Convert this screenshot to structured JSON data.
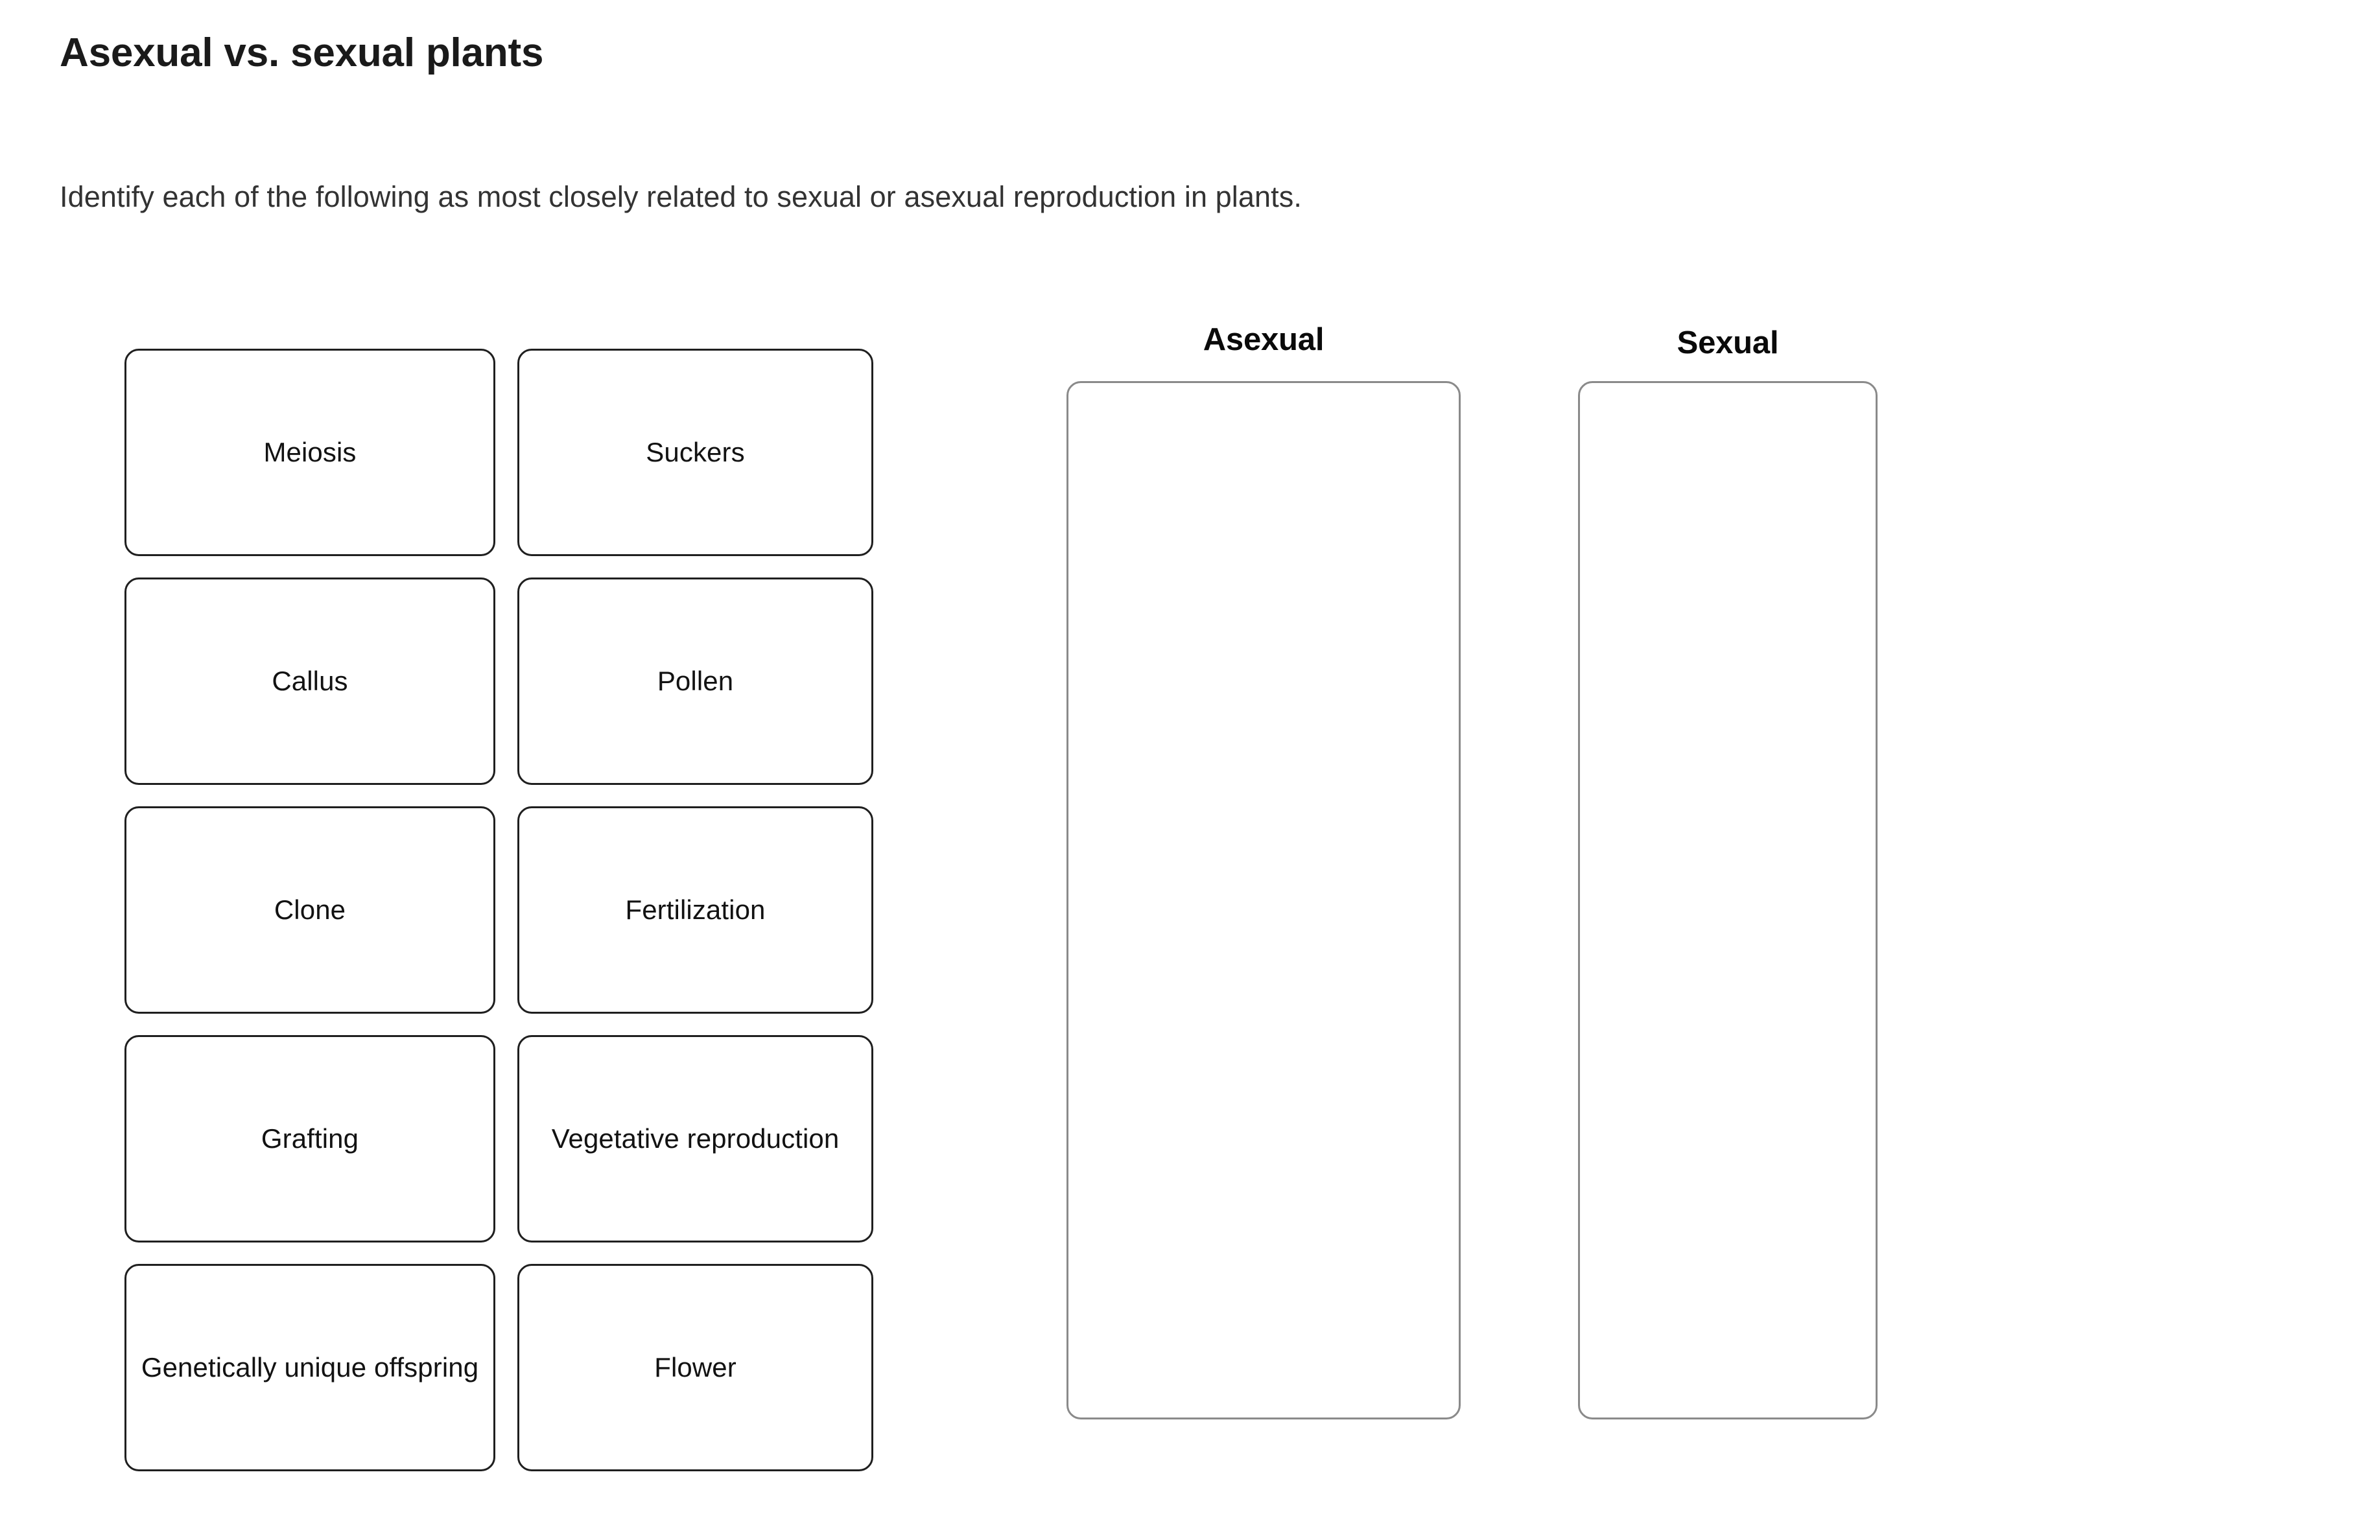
{
  "page": {
    "title": "Asexual vs. sexual plants",
    "instruction": "Identify each of the following as most closely related to sexual or asexual reproduction in plants."
  },
  "tiles": [
    {
      "label": "Meiosis"
    },
    {
      "label": "Suckers"
    },
    {
      "label": "Callus"
    },
    {
      "label": "Pollen"
    },
    {
      "label": "Clone"
    },
    {
      "label": "Fertilization"
    },
    {
      "label": "Grafting"
    },
    {
      "label": "Vegetative reproduction"
    },
    {
      "label": "Genetically unique offspring"
    },
    {
      "label": "Flower"
    }
  ],
  "dropzones": [
    {
      "title": "Asexual",
      "contents": []
    },
    {
      "title": "Sexual",
      "contents": []
    }
  ],
  "colors": {
    "background": "#ffffff",
    "title_text": "#1a1a1a",
    "body_text": "#333333",
    "tile_border": "#1f1f1f",
    "tile_text": "#121212",
    "dropzone_border": "#8a8a8a",
    "dropzone_title": "#0a0a0a"
  }
}
